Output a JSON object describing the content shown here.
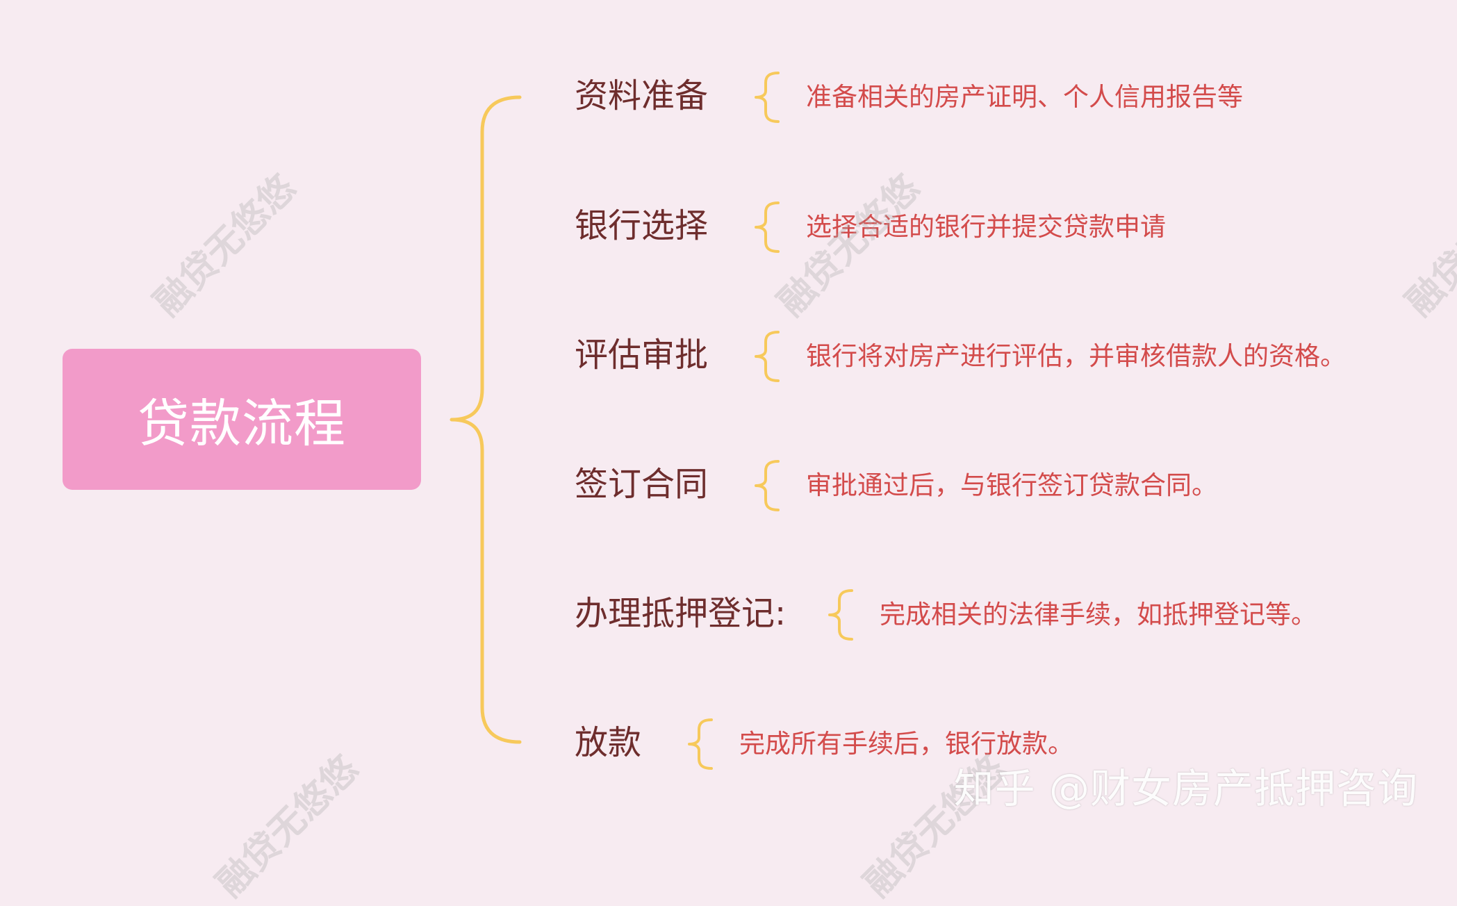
{
  "diagram": {
    "root": "贷款流程",
    "steps": [
      {
        "title": "资料准备",
        "description": "准备相关的房产证明、个人信用报告等"
      },
      {
        "title": "银行选择",
        "description": "选择合适的银行并提交贷款申请"
      },
      {
        "title": "评估审批",
        "description": "银行将对房产进行评估，并审核借款人的资格。"
      },
      {
        "title": "签订合同",
        "description": "审批通过后，与银行签订贷款合同。"
      },
      {
        "title": "办理抵押登记:",
        "description": "完成相关的法律手续，如抵押登记等。"
      },
      {
        "title": "放款",
        "description": "完成所有手续后，银行放款。"
      }
    ]
  },
  "watermark": {
    "text": "融贷无悠悠"
  },
  "credit": {
    "text": "知乎 @财女房产抵押咨询"
  },
  "colors": {
    "background": "#f7ebf1",
    "root_fill": "#f29bc9",
    "connector": "#f7c95b",
    "title_text": "#6e2d2d",
    "description_text": "#d34b4b"
  }
}
